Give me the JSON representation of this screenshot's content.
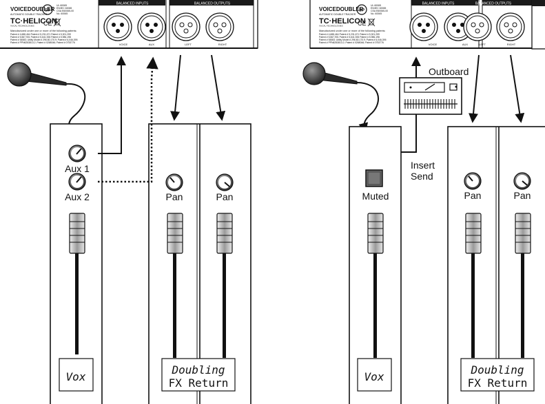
{
  "unit": {
    "brand_line": "VOICEDOUBLER",
    "sub_line": "AUTOMATIC DOUBLE TRACKER",
    "logo": "TC·HELICON",
    "logo_sub": "VOCAL TECHNOLOGIES",
    "inputs_header": "BALANCED INPUTS",
    "outputs_header": "BALANCED OUTPUTS",
    "jack_labels": [
      "VOICE",
      "AUX",
      "LEFT",
      "RIGHT"
    ],
    "patent_intro": "Manufactured under one or more of the following patents:",
    "patent_lines": [
      "Patent # 4,688,464  Patent # 5,231,671  Patent # 5,301,259",
      "Patent # 5,567,901  Patent # 5,641,926  Patent # 5,986,198",
      "Patent # 54583; Utility Model # 296.80.170.9; Patent # 6,046,395",
      "Patent # PPN6283813.2; Patent # 0268046; Patent # 0753776"
    ],
    "cert_text": [
      "UL 60065",
      "EN/IEC 60065",
      "CSA E60065-00",
      "No. 60065"
    ],
    "ce_mark": "CE"
  },
  "labels": {
    "aux1": "Aux 1",
    "aux2": "Aux 2",
    "pan": "Pan",
    "vox": "Vox",
    "doubling_line1": "Doubling",
    "doubling_line2": "FX Return",
    "outboard": "Outboard",
    "insert_line1": "Insert",
    "insert_line2": "Send",
    "muted": "Muted"
  },
  "icons": [
    "microphone-icon",
    "xlr-jack-icon",
    "knob-icon",
    "fader-icon",
    "outboard-processor-icon",
    "mute-button-icon"
  ],
  "colors": {
    "line": "#111111",
    "panel": "#ffffff",
    "mic_body": "#333333",
    "mute_fill": "#6a6a6a"
  }
}
